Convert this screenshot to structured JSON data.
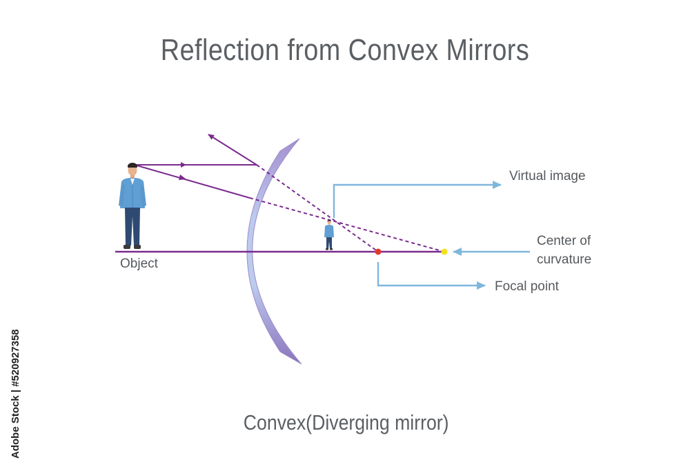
{
  "title": "Reflection from Convex Mirrors",
  "caption": "Convex(Diverging mirror)",
  "labels": {
    "object": "Object",
    "virtual_image": "Virtual image",
    "center_of_curvature_line1": "Center of",
    "center_of_curvature_line2": "curvature",
    "focal_point": "Focal point"
  },
  "watermark_id": "Adobe Stock | #520927358",
  "colors": {
    "ray": "#7a2a8e",
    "pointer": "#7fb6dc",
    "mirror_light": "#b9c8ec",
    "mirror_dark": "#8f78bf",
    "focal_dot": "#e03a2c",
    "center_dot": "#f2e21a",
    "text": "#55595d"
  }
}
